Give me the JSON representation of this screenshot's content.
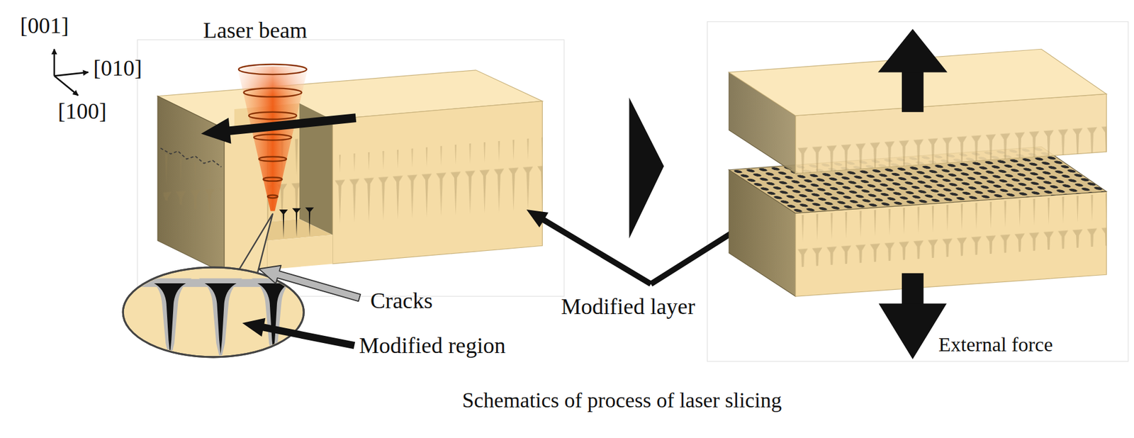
{
  "diagram": {
    "caption": "Schematics of process of laser slicing",
    "labels": [
      "[001]",
      "[010]",
      "[100]",
      "Laser beam",
      "Cracks",
      "Modified region",
      "Modified layer",
      "External force"
    ]
  }
}
